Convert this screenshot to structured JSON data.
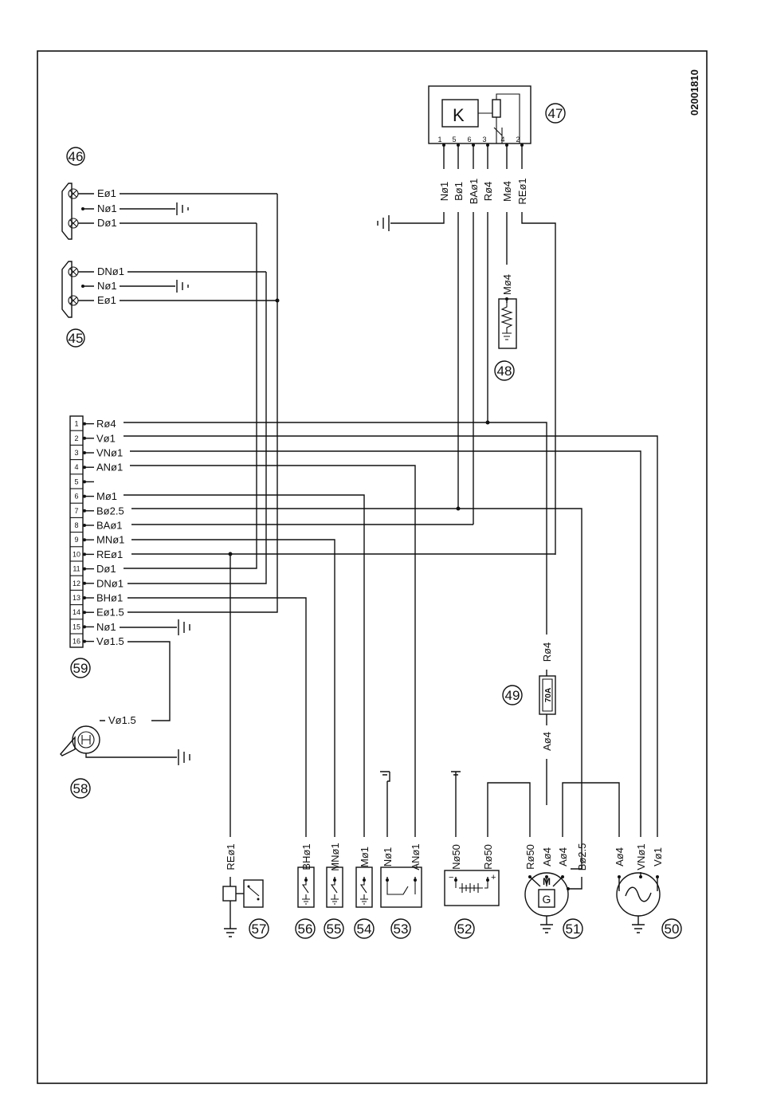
{
  "document_code": "02001810",
  "callouts": {
    "c45": "45",
    "c46": "46",
    "c47": "47",
    "c48": "48",
    "c49": "49",
    "c50": "50",
    "c51": "51",
    "c52": "52",
    "c53": "53",
    "c54": "54",
    "c55": "55",
    "c56": "56",
    "c57": "57",
    "c58": "58",
    "c59": "59"
  },
  "connector59": {
    "pins": [
      "1",
      "2",
      "3",
      "4",
      "5",
      "6",
      "7",
      "8",
      "9",
      "10",
      "11",
      "12",
      "13",
      "14",
      "15",
      "16"
    ],
    "wires": [
      "Rø4",
      "Vø1",
      "VNø1",
      "ANø1",
      "",
      "Mø1",
      "Bø2.5",
      "BAø1",
      "MNø1",
      "REø1",
      "Dø1",
      "DNø1",
      "BHø1",
      "Eø1.5",
      "Nø1",
      "Vø1.5"
    ]
  },
  "lamp46": {
    "wires": [
      "Eø1",
      "Nø1",
      "Dø1"
    ]
  },
  "lamp45": {
    "wires": [
      "DNø1",
      "Nø1",
      "Eø1"
    ]
  },
  "relay47": {
    "pins": [
      "1",
      "5",
      "6",
      "3",
      "4",
      "2"
    ],
    "wires": [
      "Nø1",
      "Bø1",
      "BAø1",
      "Rø4",
      "Mø4",
      "REø1"
    ],
    "symbol": "K"
  },
  "resistor48": {
    "wire": "Mø4"
  },
  "fuse49": {
    "rating": "70A",
    "wire_top": "Rø4",
    "wire_bottom": "Aø4"
  },
  "horn58": {
    "wire": "Vø1.5"
  },
  "bottom_wires": {
    "w57": "REø1",
    "w56": "BHø1",
    "w55": "MNø1",
    "w54": "Mø1",
    "w53a": "Nø1",
    "w53b": "ANø1",
    "w52a": "Nø50",
    "w52b": "Rø50",
    "w51a": "Rø50",
    "w51b": "Aø4",
    "w51c": "Aø4",
    "w51d": "Bø2.5",
    "w50a": "Aø4",
    "w50b": "VNø1",
    "w50c": "Vø1"
  },
  "motor51": {
    "top": "M",
    "bottom": "G"
  },
  "battery52": {
    "minus": "−",
    "plus": "+"
  }
}
